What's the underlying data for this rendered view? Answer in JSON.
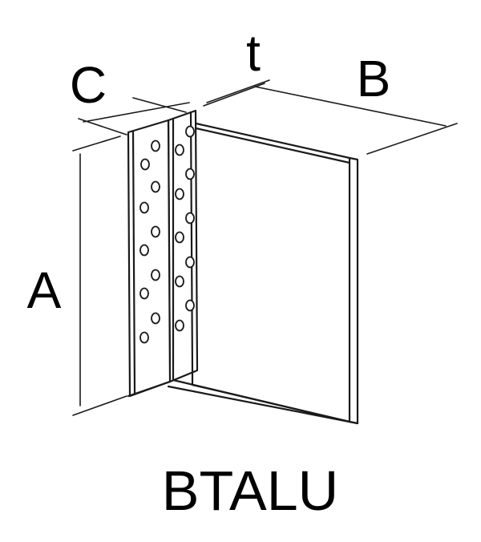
{
  "labels": {
    "dim_a": "A",
    "dim_b": "B",
    "dim_c": "C",
    "dim_t": "t",
    "product_name": "BTALU"
  },
  "colors": {
    "line": "#1a1a1a",
    "background": "#ffffff",
    "text": "#000000"
  }
}
